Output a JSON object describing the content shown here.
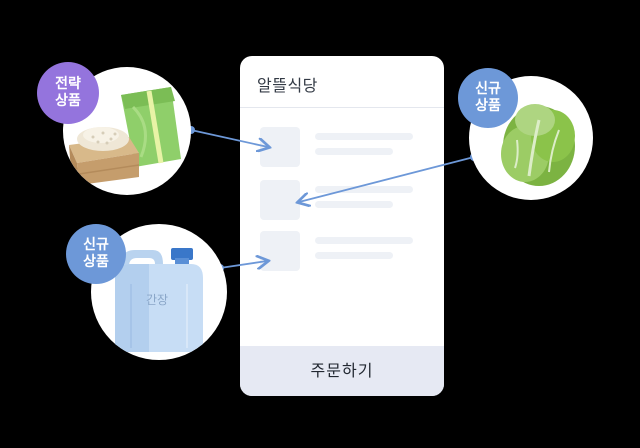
{
  "phone": {
    "title": "알뜰식당",
    "order_button": "주문하기"
  },
  "badges": {
    "strategy": [
      "전략",
      "상품"
    ],
    "new_vegetable": [
      "신규",
      "상품"
    ],
    "new_soy": [
      "신규",
      "상품"
    ]
  },
  "products": {
    "soy_jug_label": "간장"
  },
  "colors": {
    "badge_purple": "#9474dd",
    "badge_blue": "#6d98d8",
    "connector": "#6d98d8",
    "placeholder": "#eef1f6",
    "button_bg": "#e6e9f3"
  }
}
